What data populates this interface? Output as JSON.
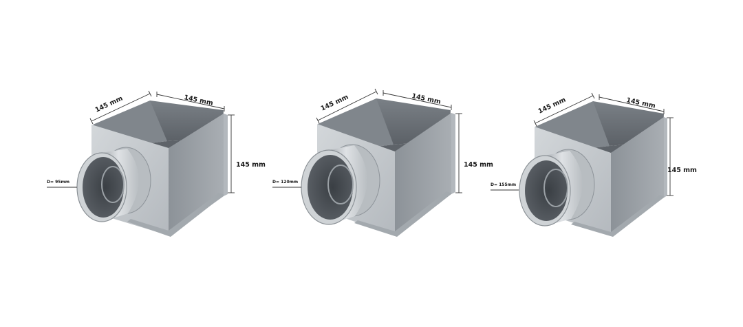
{
  "boxes": [
    {
      "depth_label": "145 mm",
      "width_label": "145 mm",
      "height_label": "145 mm",
      "diameter_label": "D= 95mm"
    },
    {
      "depth_label": "145 mm",
      "width_label": "145 mm",
      "height_label": "145 mm",
      "diameter_label": "D= 120mm"
    },
    {
      "depth_label": "145 mm",
      "width_label": "145 mm",
      "height_label": "145 mm",
      "diameter_label": "D= 155mm"
    }
  ],
  "colors": {
    "front_panel": "#c2c6ca",
    "side_panel": "#9da3a9",
    "interior_back": "#6f757b",
    "interior_left": "#8a9096",
    "interior_floor": "#5e6369",
    "spigot_outer": "#c9cdd1",
    "spigot_inner": "#4a4f55",
    "edge": "#7b8188"
  }
}
